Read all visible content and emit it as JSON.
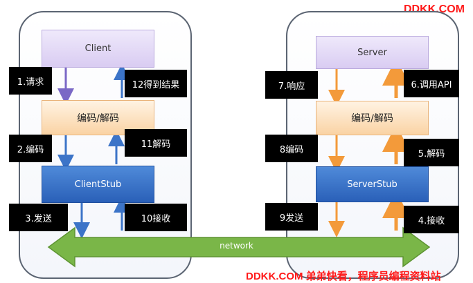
{
  "watermark_top": "DDKK.COM",
  "watermark_bottom": "DDKK.COM 弟弟快看，程序员编程资料站",
  "client_side": {
    "client_box": "Client",
    "codec_box": "编码/解码",
    "stub_box": "ClientStub",
    "steps": {
      "s1": "1.请求",
      "s12": "12得到结果",
      "s2": "2.编码",
      "s11": "11解码",
      "s3": "3.发送",
      "s10": "10接收"
    }
  },
  "server_side": {
    "server_box": "Server",
    "codec_box": "编码/解码",
    "stub_box": "ServerStub",
    "steps": {
      "s7": "7.响应",
      "s6": "6.调用API",
      "s8": "8编码",
      "s5": "5.解码",
      "s9": "9发送",
      "s4": "4.接收"
    }
  },
  "network_label": "network",
  "colors": {
    "network_arrow": "#7ab648",
    "down_arrow": "#7a68c6",
    "up_arrow": "#f39a3a",
    "stub_blue": "#2f6cc4"
  }
}
